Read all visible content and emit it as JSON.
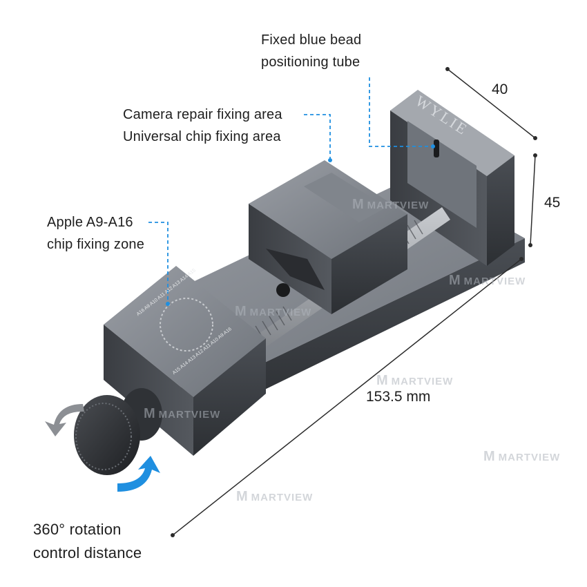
{
  "callouts": {
    "blue_bead": [
      "Fixed blue bead",
      "positioning tube"
    ],
    "camera_area": [
      "Camera repair fixing area",
      "Universal chip fixing area"
    ],
    "apple_zone": [
      "Apple A9-A16",
      "chip fixing zone"
    ],
    "rotation": [
      "360° rotation",
      "control distance"
    ]
  },
  "dimensions": {
    "width": "40",
    "height": "45",
    "length": "153.5 mm"
  },
  "brand_engraving": "WYLIE",
  "chip_marks_left": [
    "A16",
    "A9",
    "A10",
    "A11",
    "A12",
    "A13",
    "A14",
    "A15"
  ],
  "chip_marks_right": [
    "A15",
    "A14",
    "A13",
    "A12",
    "A11",
    "A10",
    "A9",
    "A16"
  ],
  "watermark": "MARTVIEW",
  "colors": {
    "accent_blue": "#1f8fe0",
    "body_dark": "#3c3f44",
    "body_light": "#8a8f96"
  }
}
